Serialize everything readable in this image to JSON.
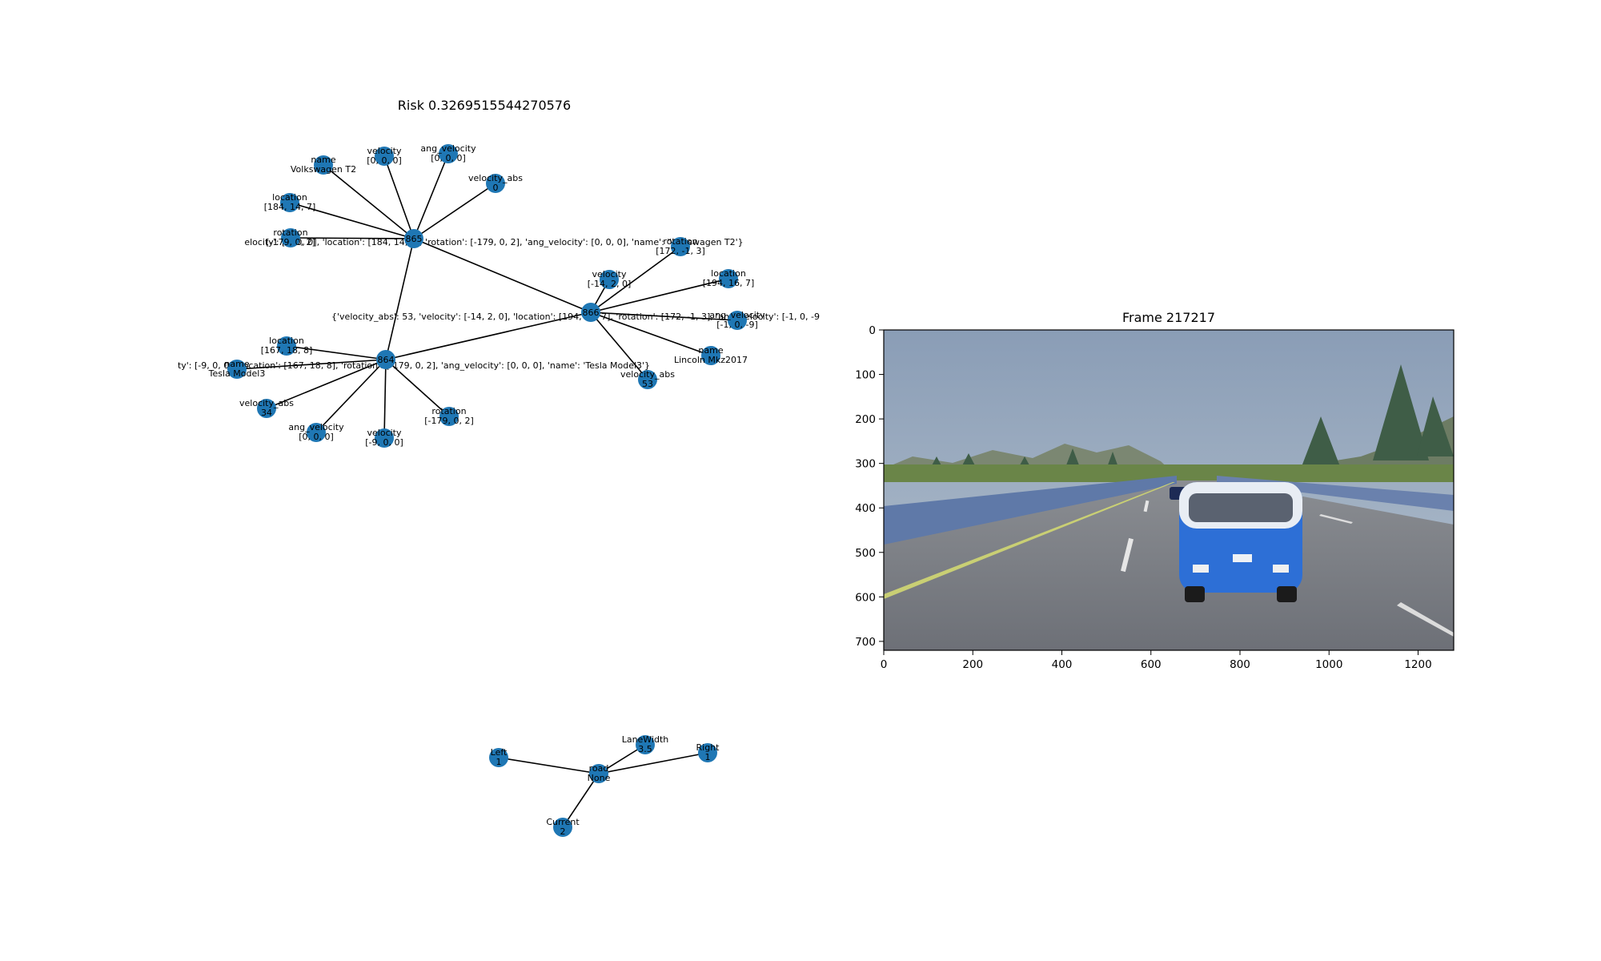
{
  "risk_title": "Risk 0.3269515544270576",
  "frame_title": "Frame 217217",
  "scene_graph": {
    "nodes": [
      {
        "id": "865",
        "lines": [
          "865"
        ]
      },
      {
        "id": "866",
        "lines": [
          "866"
        ]
      },
      {
        "id": "864",
        "lines": [
          "864"
        ]
      },
      {
        "id": "865_name",
        "lines": [
          "name",
          "Volkswagen T2"
        ]
      },
      {
        "id": "865_velocity",
        "lines": [
          "velocity",
          "[0, 0, 0]"
        ]
      },
      {
        "id": "865_ang_velocity",
        "lines": [
          "ang_velocity",
          "[0, 0, 0]"
        ]
      },
      {
        "id": "865_velocity_abs",
        "lines": [
          "velocity_abs",
          "0"
        ]
      },
      {
        "id": "865_location",
        "lines": [
          "location",
          "[184, 14, 7]"
        ]
      },
      {
        "id": "865_rotation",
        "lines": [
          "rotation",
          "[-179, 0, 2]"
        ]
      },
      {
        "id": "866_rotation",
        "lines": [
          "rotation",
          "[172, -1, 3]"
        ]
      },
      {
        "id": "866_velocity",
        "lines": [
          "velocity",
          "[-14, 2, 0]"
        ]
      },
      {
        "id": "866_location",
        "lines": [
          "location",
          "[194, 16, 7]"
        ]
      },
      {
        "id": "866_ang_velocity",
        "lines": [
          "ang_velocity",
          "[-1, 0, -9]"
        ]
      },
      {
        "id": "866_name",
        "lines": [
          "name",
          "Lincoln Mkz2017"
        ]
      },
      {
        "id": "866_velocity_abs",
        "lines": [
          "velocity_abs",
          "53"
        ]
      },
      {
        "id": "864_location",
        "lines": [
          "location",
          "[167, 18, 8]"
        ]
      },
      {
        "id": "864_name",
        "lines": [
          "name",
          "Tesla Model3"
        ]
      },
      {
        "id": "864_velocity_abs",
        "lines": [
          "velocity_abs",
          "34"
        ]
      },
      {
        "id": "864_ang_velocity",
        "lines": [
          "ang_velocity",
          "[0, 0, 0]"
        ]
      },
      {
        "id": "864_velocity",
        "lines": [
          "velocity",
          "[-9, 0, 0]"
        ]
      },
      {
        "id": "864_rotation",
        "lines": [
          "rotation",
          "[-179, 0, 2]"
        ]
      }
    ],
    "edges": [
      [
        "865",
        "865_name"
      ],
      [
        "865",
        "865_velocity"
      ],
      [
        "865",
        "865_ang_velocity"
      ],
      [
        "865",
        "865_velocity_abs"
      ],
      [
        "865",
        "865_location"
      ],
      [
        "865",
        "865_rotation"
      ],
      [
        "865",
        "866"
      ],
      [
        "865",
        "864"
      ],
      [
        "866",
        "866_rotation"
      ],
      [
        "866",
        "866_velocity"
      ],
      [
        "866",
        "866_location"
      ],
      [
        "866",
        "866_ang_velocity"
      ],
      [
        "866",
        "866_name"
      ],
      [
        "866",
        "866_velocity_abs"
      ],
      [
        "866",
        "864"
      ],
      [
        "864",
        "864_location"
      ],
      [
        "864",
        "864_name"
      ],
      [
        "864",
        "864_velocity_abs"
      ],
      [
        "864",
        "864_ang_velocity"
      ],
      [
        "864",
        "864_velocity"
      ],
      [
        "864",
        "864_rotation"
      ]
    ],
    "edge_labels": [
      "elocity': [0, 0, 0], 'location': [184, 14, 7], 'rotation': [-179, 0, 2], 'ang_velocity': [0, 0, 0], 'name': 'Volkswagen T2'}",
      "{'velocity_abs': 53, 'velocity': [-14, 2, 0], 'location': [194, 16, 7], 'rotation': [172, -1, 3], 'ang_velocity': [-1, 0, -9",
      "ty': [-9, 0, 0], 'location': [167, 18, 8], 'rotation': [-179, 0, 2], 'ang_velocity': [0, 0, 0], 'name': 'Tesla Model3'}"
    ]
  },
  "road_graph": {
    "nodes": [
      {
        "id": "road",
        "lines": [
          "road",
          "None"
        ]
      },
      {
        "id": "Left",
        "lines": [
          "Left",
          "1"
        ]
      },
      {
        "id": "LaneWidth",
        "lines": [
          "LaneWidth",
          "3.5"
        ]
      },
      {
        "id": "Right",
        "lines": [
          "Right",
          "1"
        ]
      },
      {
        "id": "Current",
        "lines": [
          "Current",
          "2"
        ]
      }
    ],
    "edges": [
      [
        "road",
        "Left"
      ],
      [
        "road",
        "LaneWidth"
      ],
      [
        "road",
        "Right"
      ],
      [
        "road",
        "Current"
      ]
    ]
  },
  "frame_axes": {
    "x_ticks": [
      "0",
      "200",
      "400",
      "600",
      "800",
      "1000",
      "1200"
    ],
    "y_ticks": [
      "0",
      "100",
      "200",
      "300",
      "400",
      "500",
      "600",
      "700"
    ],
    "xlim": [
      0,
      1280
    ],
    "ylim": [
      720,
      0
    ]
  },
  "colors": {
    "node": "#1f77b4",
    "sky": "#8b9fb8",
    "road": "#74787f",
    "van_blue": "#2d6fd6",
    "grass": "#5a7a3c"
  }
}
